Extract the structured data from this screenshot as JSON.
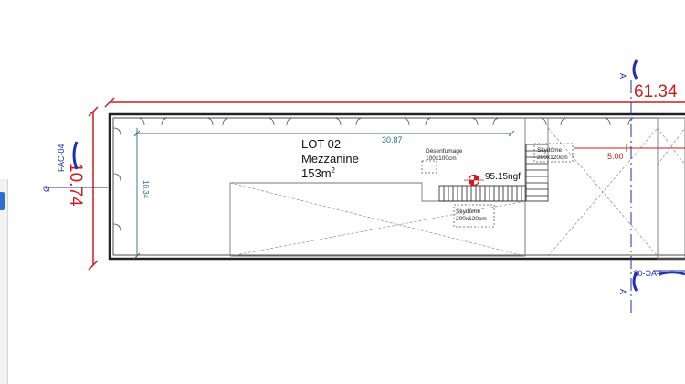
{
  "plan": {
    "lot": "LOT 02",
    "area_name": "Mezzanine",
    "area_value": "153m",
    "area_sup": "2",
    "dim_overall_length": "61.34",
    "dim_inner_length": "30.87",
    "dim_side": "10.74",
    "dim_inner_width": "10.34",
    "dim_right": "5.00",
    "level": "95.15ngf",
    "desenfumage_title": "Désenfumage",
    "desenfumage_size": "100x100cm",
    "skydome_title": "Skydôme",
    "skydome_size": "200x120cm",
    "skydome2_title": "Skydôme",
    "skydome2_size": "200x120cm",
    "section_a": "A",
    "fac_left": "FAC-04",
    "fac_right": "FAC-03",
    "facade_sym": "Ø"
  },
  "colors": {
    "wall": "#222222",
    "dim_red": "#d11a1a",
    "section_blue": "#1f2fb5",
    "teal": "#2a6a78",
    "hatch": "#8a8a8a"
  }
}
